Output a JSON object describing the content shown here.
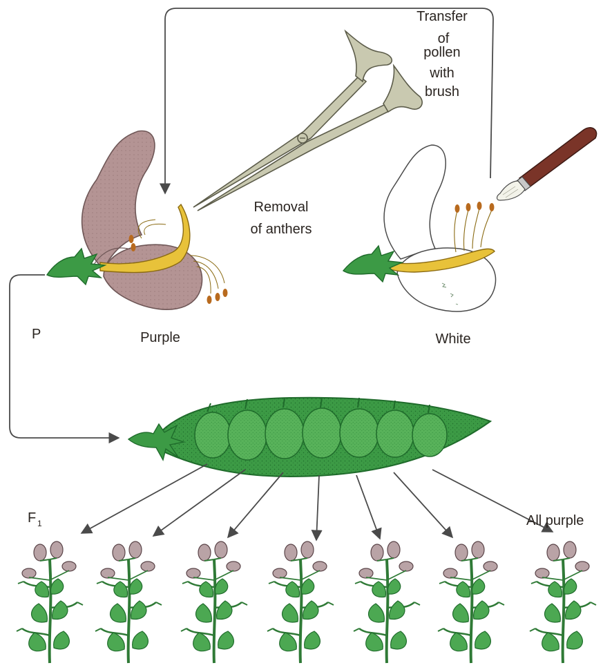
{
  "labels": {
    "transfer": [
      "Transfer",
      "of",
      "pollen",
      "with",
      "brush"
    ],
    "removal": [
      "Removal",
      "of anthers"
    ],
    "parent_generation": "P",
    "purple": "Purple",
    "white": "White",
    "f1": "F",
    "f1_subscript": "1",
    "all_purple": "All purple"
  },
  "colors": {
    "purple_petal": "#b49494",
    "purple_petal_stroke": "#6e5656",
    "white_petal": "#ffffff",
    "sepal_green": "#3c9a45",
    "sepal_dark": "#1f6b2b",
    "pistil_yellow": "#e8c23a",
    "anther_brown": "#b86a1e",
    "scissors_gray": "#c9c9b0",
    "scissors_stroke": "#5c5c4a",
    "brush_handle": "#7a3428",
    "pod_green": "#3c9a45",
    "pod_dark": "#1f6b2b",
    "seed_green": "#58b25a",
    "leaf_green": "#4ca852",
    "flower_bud": "#b9a3a6",
    "arrow_gray": "#4a4a4a"
  },
  "icons": {
    "scissors": "scissors-icon",
    "brush": "paintbrush-icon",
    "pod": "pea-pod-icon",
    "plant": "pea-plant-icon"
  },
  "f1_plant_count": 7
}
